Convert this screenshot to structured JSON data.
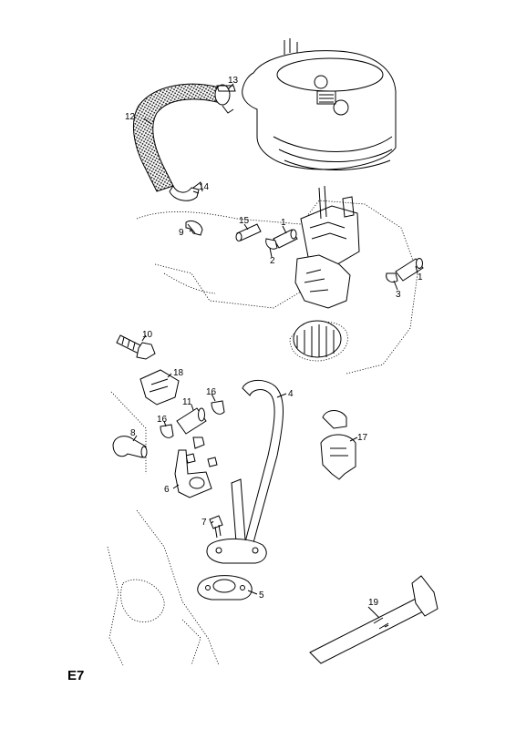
{
  "page_code": "E7",
  "labels": [
    "1",
    "1",
    "2",
    "3",
    "4",
    "5",
    "6",
    "7",
    "8",
    "9",
    "10",
    "11",
    "12",
    "13",
    "14",
    "15",
    "16",
    "16",
    "17",
    "18",
    "19"
  ]
}
